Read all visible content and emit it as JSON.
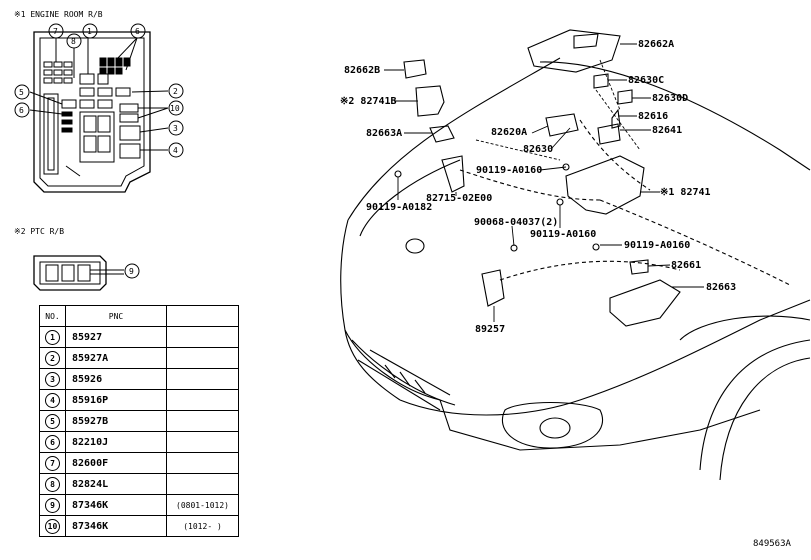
{
  "titles": {
    "engine_room_rb": "※1 ENGINE ROOM R/B",
    "ptc_rb": "※2 PTC R/B"
  },
  "box_callouts": [
    "7",
    "8",
    "1",
    "6",
    "5",
    "6",
    "2",
    "10",
    "3",
    "4"
  ],
  "ptc_callout": "9",
  "table": {
    "header_no": "NO.",
    "header_pnc": "PNC",
    "rows": [
      {
        "no": "1",
        "pnc": "85927",
        "remark": ""
      },
      {
        "no": "2",
        "pnc": "85927A",
        "remark": ""
      },
      {
        "no": "3",
        "pnc": "85926",
        "remark": ""
      },
      {
        "no": "4",
        "pnc": "85916P",
        "remark": ""
      },
      {
        "no": "5",
        "pnc": "85927B",
        "remark": ""
      },
      {
        "no": "6",
        "pnc": "82210J",
        "remark": ""
      },
      {
        "no": "7",
        "pnc": "82600F",
        "remark": ""
      },
      {
        "no": "8",
        "pnc": "82824L",
        "remark": ""
      },
      {
        "no": "9",
        "pnc": "87346K",
        "remark": "(0801-1012)"
      },
      {
        "no": "10",
        "pnc": "87346K",
        "remark": "(1012-     )"
      }
    ]
  },
  "parts": {
    "p82662A": "82662A",
    "p82662B": "82662B",
    "p82630C": "82630C",
    "p82630D": "82630D",
    "p82741B": "※2 82741B",
    "p82616": "82616",
    "p82641": "82641",
    "p82663A": "82663A",
    "p82620A": "82620A",
    "p82630": "82630",
    "p90119a": "90119-A0160",
    "p82741": "※1 82741",
    "p90119b": "90119-A0182",
    "p82715": "82715-02E00",
    "p90068": "90068-04037(2)",
    "p90119c": "90119-A0160",
    "p90119d": "90119-A0160",
    "p82661": "82661",
    "p82663": "82663",
    "p89257": "89257"
  },
  "diagram_id": "849563A"
}
